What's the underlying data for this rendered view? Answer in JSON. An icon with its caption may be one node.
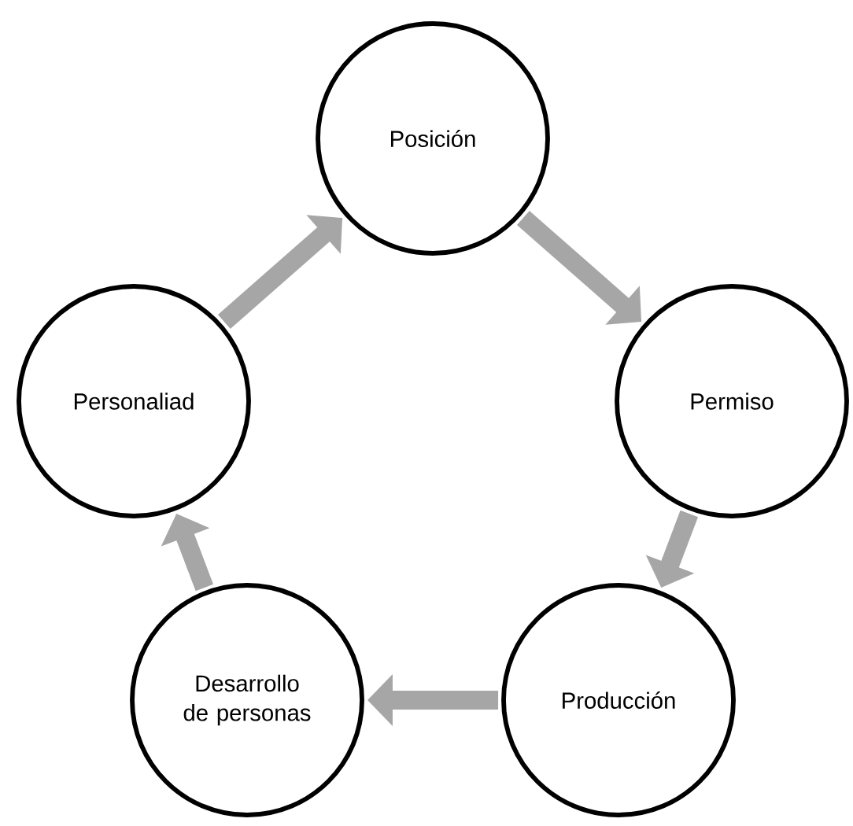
{
  "diagram": {
    "nodes": [
      {
        "text": [
          "Posición"
        ]
      },
      {
        "text": [
          "Permiso"
        ]
      },
      {
        "text": [
          "Producción"
        ]
      },
      {
        "text": [
          "Desarrollo de personas"
        ]
      },
      {
        "text": [
          "Personaliad"
        ]
      }
    ],
    "edges": [
      {
        "from": 0,
        "to": 1,
        "arrow": "to"
      },
      {
        "from": 1,
        "to": 2,
        "arrow": "to"
      },
      {
        "from": 2,
        "to": 3,
        "arrow": "to"
      },
      {
        "from": 3,
        "to": 4,
        "arrow": "to"
      },
      {
        "from": 4,
        "to": 0,
        "arrow": "to"
      }
    ]
  }
}
